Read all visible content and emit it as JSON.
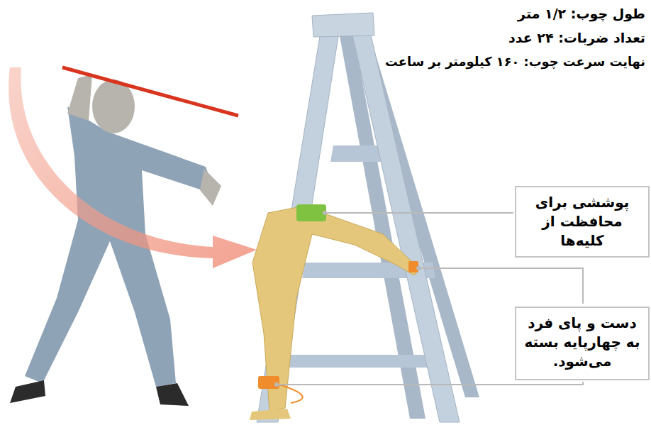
{
  "diagram": {
    "nodes": [
      {
        "text": [
          "پوششی برای محافظت از کلیه‌ها"
        ]
      },
      {
        "text": [
          "دست و پای فرد به چهارپایه بسته می‌شود."
        ]
      }
    ],
    "labels": [
      "طول چوب: ۱/۲ متر",
      "تعداد ضربات: ۲۴ عدد",
      "نهایت سرعت چوب: ۱۶۰ کیلومتر بر ساعت"
    ]
  }
}
